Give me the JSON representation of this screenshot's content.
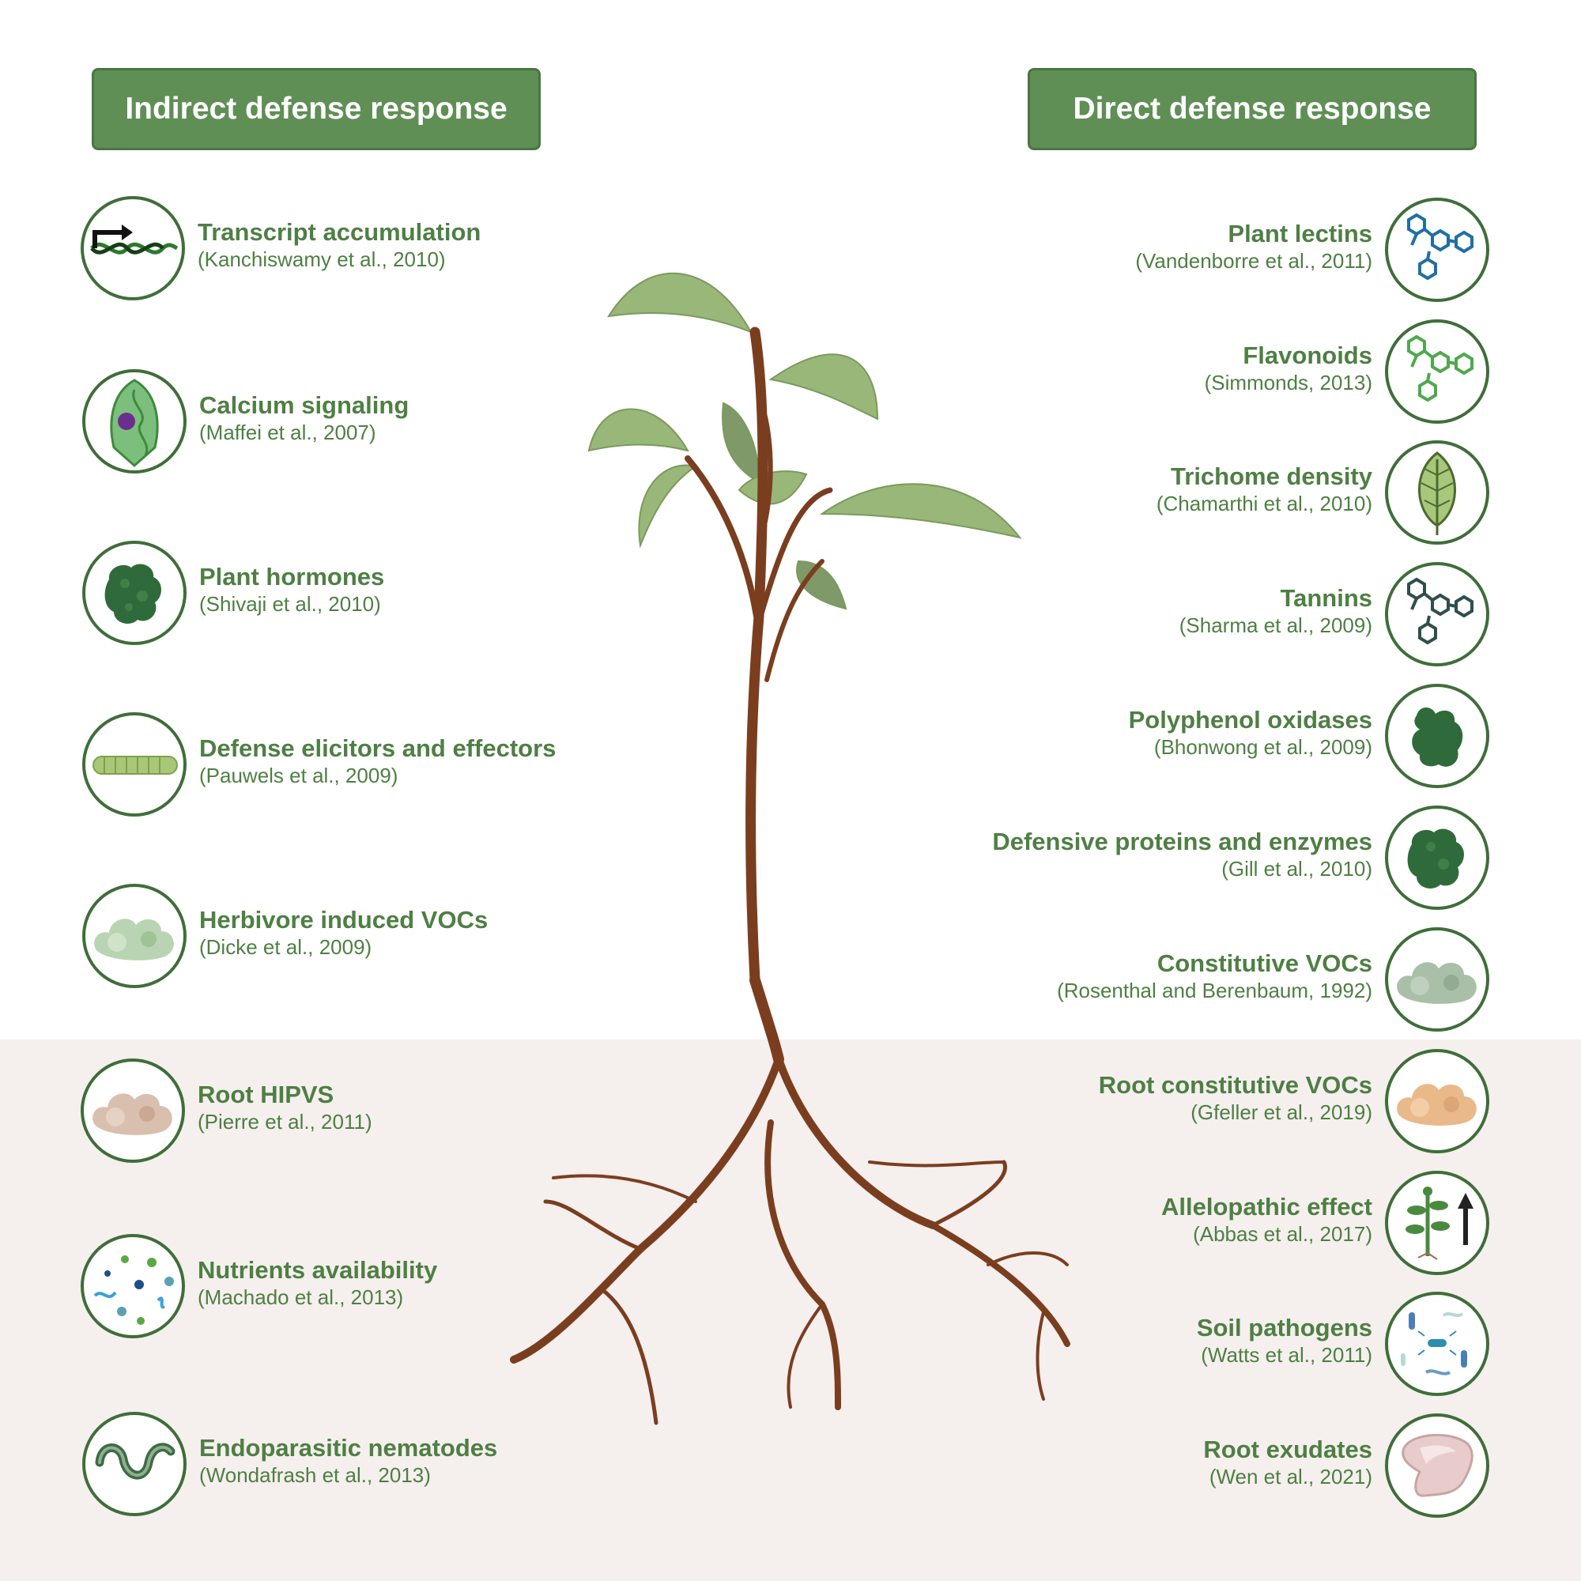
{
  "headers": {
    "indirect": "Indirect defense response",
    "direct": "Direct defense response"
  },
  "indirect": [
    {
      "title": "Transcript accumulation",
      "ref": "(Kanchiswamy et al., 2010)",
      "icon": "dna-transcription-icon"
    },
    {
      "title": "Calcium signaling",
      "ref": "(Maffei et al., 2007)",
      "icon": "plant-cell-icon"
    },
    {
      "title": "Plant hormones",
      "ref": "(Shivaji et al., 2010)",
      "icon": "hormone-protein-icon"
    },
    {
      "title": "Defense elicitors and effectors",
      "ref": "(Pauwels et al., 2009)",
      "icon": "caterpillar-icon"
    },
    {
      "title": "Herbivore induced VOCs",
      "ref": "(Dicke et al., 2009)",
      "icon": "voc-cloud-icon"
    },
    {
      "title": "Root HIPVS",
      "ref": "(Pierre et al., 2011)",
      "icon": "root-voc-cloud-icon"
    },
    {
      "title": "Nutrients availability",
      "ref": "(Machado et al., 2013)",
      "icon": "nutrients-icon"
    },
    {
      "title": "Endoparasitic nematodes",
      "ref": "(Wondafrash et al., 2013)",
      "icon": "nematode-icon"
    }
  ],
  "direct": [
    {
      "title": "Plant lectins",
      "ref": "(Vandenborre et al., 2011)",
      "icon": "molecule-icon"
    },
    {
      "title": "Flavonoids",
      "ref": "(Simmonds, 2013)",
      "icon": "molecule-icon"
    },
    {
      "title": "Trichome density",
      "ref": "(Chamarthi et al., 2010)",
      "icon": "leaf-icon"
    },
    {
      "title": "Tannins",
      "ref": "(Sharma et al., 2009)",
      "icon": "molecule-icon"
    },
    {
      "title": "Polyphenol oxidases",
      "ref": "(Bhonwong et al., 2009)",
      "icon": "enzyme-icon"
    },
    {
      "title": "Defensive proteins and enzymes",
      "ref": "(Gill et al., 2010)",
      "icon": "protein-icon"
    },
    {
      "title": "Constitutive VOCs",
      "ref": "(Rosenthal and Berenbaum, 1992)",
      "icon": "voc-cloud-icon"
    },
    {
      "title": "Root constitutive VOCs",
      "ref": "(Gfeller et al., 2019)",
      "icon": "root-voc-cloud-icon"
    },
    {
      "title": "Allelopathic effect",
      "ref": "(Abbas et al., 2017)",
      "icon": "seedling-arrow-icon"
    },
    {
      "title": "Soil pathogens",
      "ref": "(Watts et al., 2011)",
      "icon": "bacteria-icon"
    },
    {
      "title": "Root exudates",
      "ref": "(Wen et al., 2021)",
      "icon": "exudate-icon"
    }
  ],
  "colors": {
    "header_bg": "#5f8f55",
    "text_green": "#4e7f43",
    "stem": "#7a3e1f",
    "soil": "#f5efee",
    "leaf": "#9ab77a"
  }
}
